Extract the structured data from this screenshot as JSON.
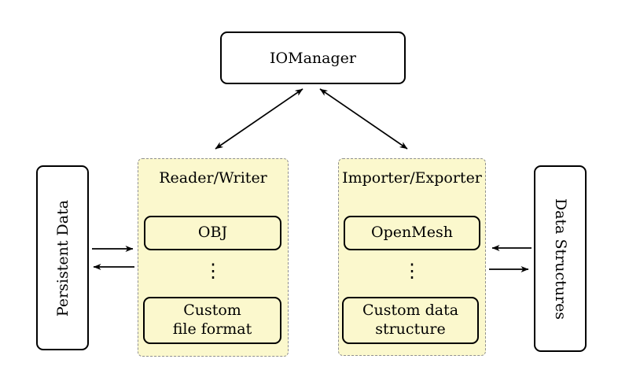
{
  "diagram": {
    "background": "#ffffff",
    "colors": {
      "panel_fill": "#fbf8cd",
      "panel_border": "#909090",
      "node_border": "#000000",
      "node_fill": "#ffffff",
      "arrow": "#000000"
    },
    "nodes": {
      "iomanager": {
        "label": "IOManager"
      },
      "persistent_data": {
        "label": "Persistent Data"
      },
      "data_structures": {
        "label": "Data Structures"
      }
    },
    "groups": {
      "reader_writer": {
        "title": "Reader/Writer",
        "item_top": "OBJ",
        "dots": "⋮",
        "item_bottom_line1": "Custom",
        "item_bottom_line2": "file format"
      },
      "importer_exporter": {
        "title": "Importer/Exporter",
        "item_top": "OpenMesh",
        "dots": "⋮",
        "item_bottom_line1": "Custom data",
        "item_bottom_line2": "structure"
      }
    },
    "edges": [
      {
        "from": "iomanager",
        "to": "reader_writer",
        "type": "bidirectional"
      },
      {
        "from": "iomanager",
        "to": "importer_exporter",
        "type": "bidirectional"
      },
      {
        "from": "persistent_data",
        "to": "reader_writer",
        "type": "directed"
      },
      {
        "from": "reader_writer",
        "to": "persistent_data",
        "type": "directed"
      },
      {
        "from": "data_structures",
        "to": "importer_exporter",
        "type": "directed"
      },
      {
        "from": "importer_exporter",
        "to": "data_structures",
        "type": "directed"
      }
    ]
  }
}
